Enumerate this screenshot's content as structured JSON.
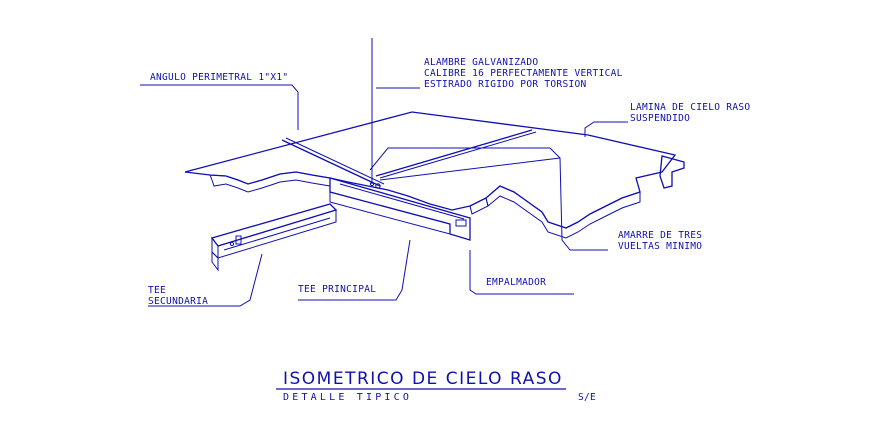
{
  "labels": {
    "angulo": "ANGULO PERIMETRAL 1\"X1\"",
    "alambre_1": "ALAMBRE GALVANIZADO",
    "alambre_2": "CALIBRE 16 PERFECTAMENTE VERTICAL",
    "alambre_3": "ESTIRADO RIGIDO POR TORSION",
    "lamina_1": "LAMINA DE CIELO RASO",
    "lamina_2": "SUSPENDIDO",
    "amarre_1": "AMARRE DE TRES",
    "amarre_2": "VUELTAS MINIMO",
    "empalmador": "EMPALMADOR",
    "tee_principal": "TEE PRINCIPAL",
    "tee_sec_1": "TEE",
    "tee_sec_2": "SECUNDARIA"
  },
  "title": {
    "main": "ISOMETRICO DE CIELO RASO",
    "subtitle": "DETALLE TIPICO",
    "scale": "S/E"
  },
  "colors": {
    "line": "#1010b0",
    "background": "#ffffff"
  }
}
